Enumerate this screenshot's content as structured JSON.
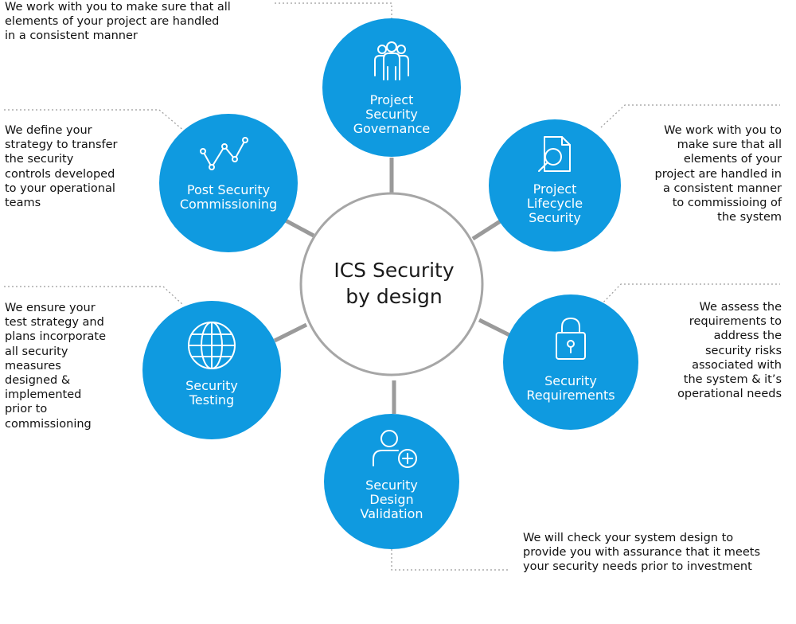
{
  "center": {
    "title": "ICS Security\n by design"
  },
  "nodes": {
    "governance": {
      "label": "Project\nSecurity\nGovernance",
      "icon": "team-icon"
    },
    "lifecycle": {
      "label": "Project\nLifecycle\nSecurity",
      "icon": "document-search-icon"
    },
    "requirements": {
      "label": "Security\nRequirements",
      "icon": "padlock-icon"
    },
    "validation": {
      "label": "Security\nDesign\nValidation",
      "icon": "user-add-icon"
    },
    "testing": {
      "label": "Security\nTesting",
      "icon": "globe-icon"
    },
    "commissioning": {
      "label": "Post Security\nCommissioning",
      "icon": "line-graph-icon"
    }
  },
  "descriptions": {
    "governance": "We work with you to make sure that all\nelements of your project are handled\nin a consistent manner",
    "lifecycle": "We work with you to\nmake sure that all\nelements of your\nproject are handled in\na consistent manner\nto commissioing of\nthe system",
    "requirements": "We assess the\nrequirements to\naddress the\nsecurity risks\nassociated with\nthe system & it’s\noperational needs",
    "validation": "We will check your system design to\nprovide you with assurance that it meets\nyour security needs prior to investment",
    "testing": "We ensure your\ntest strategy and\nplans incorporate\nall security\nmeasures\ndesigned &\nimplemented\nprior to\ncommissioning",
    "commissioning": "We define your\nstrategy to  transfer\nthe security\ncontrols developed\nto your operational\nteams"
  },
  "colors": {
    "node": "#0f9ae0",
    "connector": "#9a9a9a",
    "center_ring": "#a6a6a6",
    "leader": "#9a9a9a"
  }
}
